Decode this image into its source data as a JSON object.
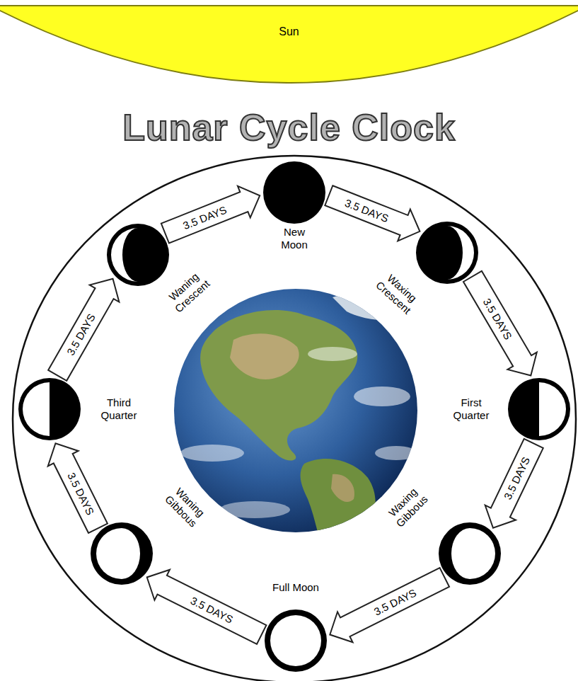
{
  "diagram": {
    "title": "Lunar Cycle Clock",
    "nodes": [
      {
        "text": [
          "Sun"
        ]
      },
      {
        "text": [
          "New Moon"
        ]
      },
      {
        "text": [
          "Waxing Crescent"
        ]
      },
      {
        "text": [
          "First Quarter"
        ]
      },
      {
        "text": [
          "Waxing Gibbous"
        ]
      },
      {
        "text": [
          "Full Moon"
        ]
      },
      {
        "text": [
          "Waning Gibbous"
        ]
      },
      {
        "text": [
          "Third Quarter"
        ]
      },
      {
        "text": [
          "Waning Crescent"
        ]
      }
    ],
    "edges": [
      {
        "from": 1,
        "to": 2,
        "arrow": "to",
        "label": "3.5 DAYS"
      },
      {
        "from": 2,
        "to": 3,
        "arrow": "to",
        "label": "3.5 DAYS"
      },
      {
        "from": 3,
        "to": 4,
        "arrow": "to",
        "label": "3.5 DAYS"
      },
      {
        "from": 4,
        "to": 5,
        "arrow": "to",
        "label": "3.5 DAYS"
      },
      {
        "from": 5,
        "to": 6,
        "arrow": "to",
        "label": "3.5 DAYS"
      },
      {
        "from": 6,
        "to": 7,
        "arrow": "to",
        "label": "3.5 DAYS"
      },
      {
        "from": 7,
        "to": 8,
        "arrow": "to",
        "label": "3.5 DAYS"
      },
      {
        "from": 8,
        "to": 1,
        "arrow": "to",
        "label": "3.5 DAYS"
      }
    ]
  }
}
